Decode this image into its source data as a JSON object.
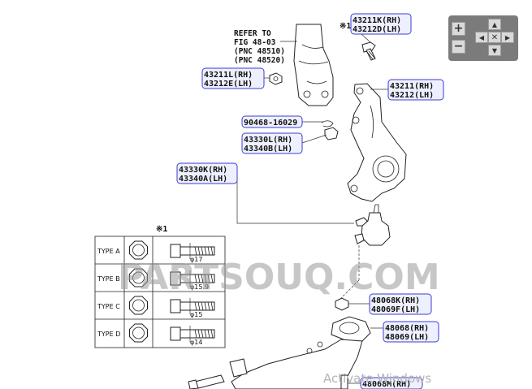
{
  "labels": {
    "p1_rh": "43211K(RH)",
    "p1_lh": "43212D(LH)",
    "mark1": "※1",
    "p2_rh": "43211L(RH)",
    "p2_lh": "43212E(LH)",
    "p3_rh": "43211(RH)",
    "p3_lh": "43212(LH)",
    "p4": "90468-16029",
    "p5_rh": "43330L(RH)",
    "p5_lh": "43340B(LH)",
    "p6_rh": "43330K(RH)",
    "p6_lh": "43340A(LH)",
    "p7_rh": "48068K(RH)",
    "p7_lh": "48069F(LH)",
    "p8_rh": "48068(RH)",
    "p8_lh": "48069(LH)",
    "p9_rh": "48068M(RH)"
  },
  "refer_note": {
    "line1": "REFER TO",
    "line2": "FIG 48-03",
    "line3": "(PNC 48510)",
    "line4": "(PNC 48520)"
  },
  "type_table": {
    "header": "※1",
    "rows": [
      {
        "type": "TYPE A",
        "dim": "φ17"
      },
      {
        "type": "TYPE B",
        "dim": "φ15.9"
      },
      {
        "type": "TYPE C",
        "dim": "φ15"
      },
      {
        "type": "TYPE D",
        "dim": "φ14"
      }
    ]
  },
  "watermark": "PARTSOUQ.COM",
  "activate_windows": "Activate Windows",
  "zoom": {
    "plus": "+",
    "minus": "−",
    "up": "▲",
    "down": "▼",
    "left": "◀",
    "right": "▶",
    "center": "✕"
  }
}
